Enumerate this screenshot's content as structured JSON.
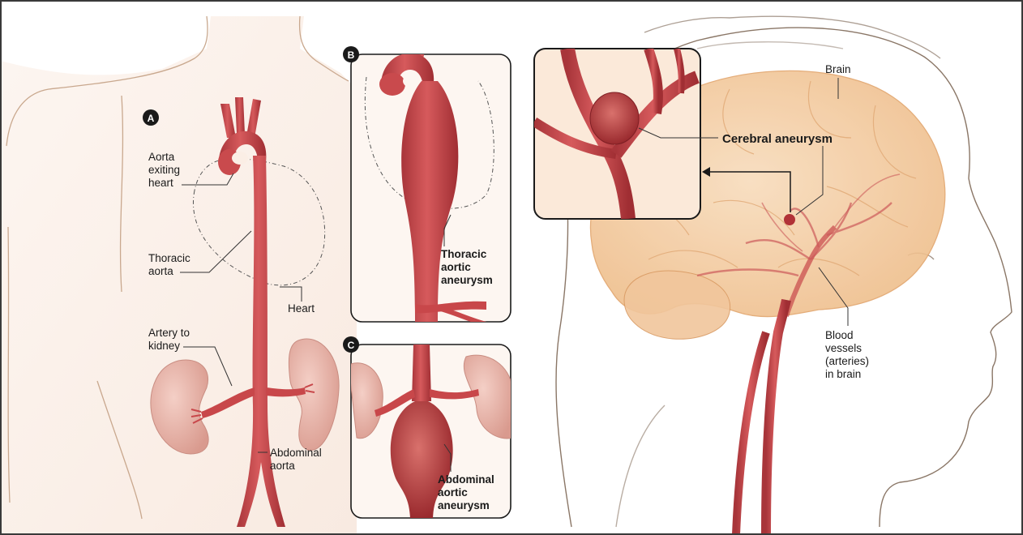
{
  "panel_badges": {
    "a": "A",
    "b": "B",
    "c": "C"
  },
  "labels": {
    "aorta_exiting_heart": [
      "Aorta",
      "exiting",
      "heart"
    ],
    "thoracic_aorta": [
      "Thoracic",
      "aorta"
    ],
    "heart": "Heart",
    "artery_to_kidney": [
      "Artery to",
      "kidney"
    ],
    "abdominal_aorta": [
      "Abdominal",
      "aorta"
    ],
    "thoracic_aortic_aneurysm": [
      "Thoracic",
      "aortic",
      "aneurysm"
    ],
    "abdominal_aortic_aneurysm": [
      "Abdominal",
      "aortic",
      "aneurysm"
    ],
    "brain": "Brain",
    "cerebral_aneurysm": "Cerebral aneurysm",
    "blood_vessels": [
      "Blood",
      "vessels",
      "(arteries)",
      "in brain"
    ]
  },
  "colors": {
    "artery": "#c8474a",
    "artery_dark": "#9e2b30",
    "skin": "#f7e4d8",
    "brain": "#f3c79a",
    "kidney": "#e9b3a6",
    "aneurysm": "#a32a2e"
  }
}
